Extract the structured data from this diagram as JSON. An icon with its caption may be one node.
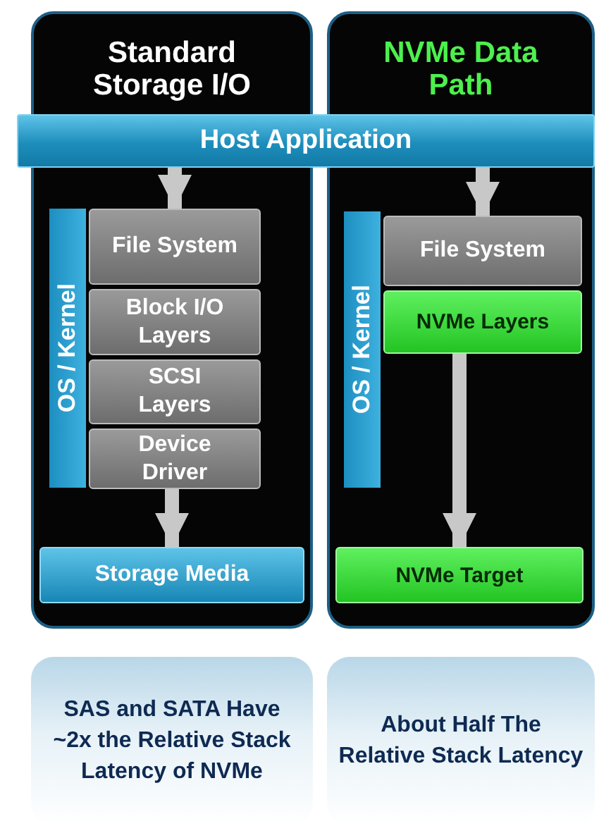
{
  "diagram": {
    "nodes": [
      {
        "text": [
          "Standard Storage I/O"
        ]
      },
      {
        "text": [
          "NVMe Data Path"
        ]
      },
      {
        "text": [
          "Host Application"
        ]
      },
      {
        "text": [
          "OS / Kernel"
        ],
        "in": 0
      },
      {
        "text": [
          "File System"
        ],
        "in": 0
      },
      {
        "text": [
          "Block I/O Layers"
        ],
        "in": 0
      },
      {
        "text": [
          "SCSI Layers"
        ],
        "in": 0
      },
      {
        "text": [
          "Device Driver"
        ],
        "in": 0
      },
      {
        "text": [
          "Storage Media"
        ],
        "in": 0
      },
      {
        "text": [
          "OS / Kernel"
        ],
        "in": 1
      },
      {
        "text": [
          "File System"
        ],
        "in": 1
      },
      {
        "text": [
          "NVMe Layers"
        ],
        "in": 1
      },
      {
        "text": [
          "NVMe Target"
        ],
        "in": 1
      },
      {
        "text": [
          "SAS and SATA Have ~2x the Relative Stack Latency of NVMe"
        ]
      },
      {
        "text": [
          "About Half The Relative Stack Latency"
        ]
      }
    ],
    "edges": [
      {
        "from": 2,
        "to": 4,
        "arrow": "to"
      },
      {
        "from": 7,
        "to": 8,
        "arrow": "to"
      },
      {
        "from": 2,
        "to": 10,
        "arrow": "to"
      },
      {
        "from": 11,
        "to": 12,
        "arrow": "to"
      }
    ]
  }
}
